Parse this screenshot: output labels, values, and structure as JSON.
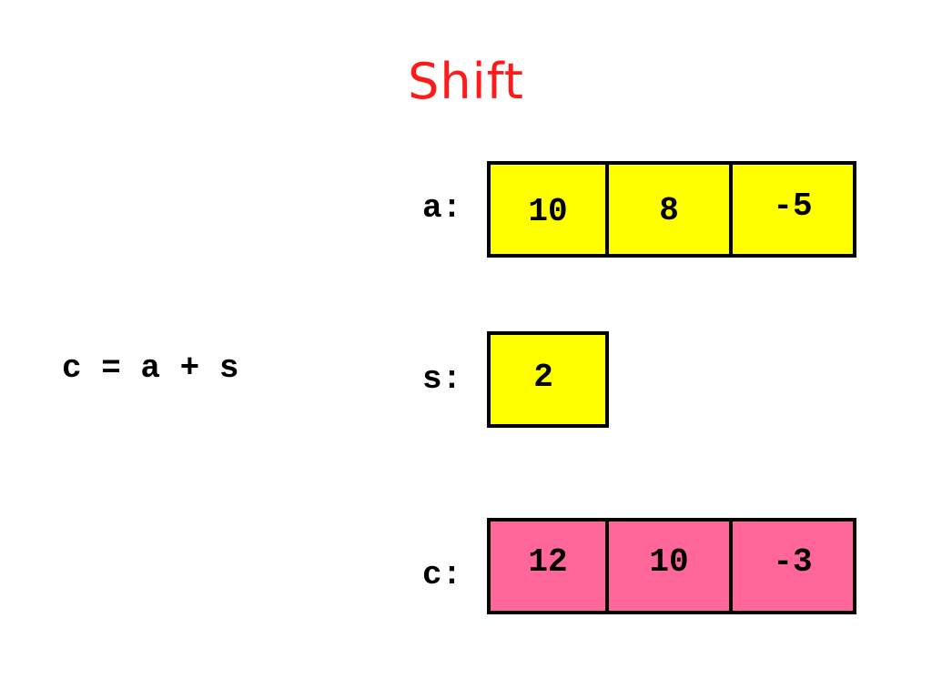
{
  "title": "Shift",
  "expression": "c = a + s",
  "colors": {
    "title": "#ff1a1a",
    "input_fill": "#ffff00",
    "result_fill": "#ff6699",
    "border": "#000000"
  },
  "arrays": {
    "a": {
      "label": "a:",
      "values": [
        "10",
        "8",
        "-5"
      ]
    },
    "s": {
      "label": "s:",
      "values": [
        "2"
      ]
    },
    "c": {
      "label": "c:",
      "values": [
        "12",
        "10",
        "-3"
      ]
    }
  }
}
